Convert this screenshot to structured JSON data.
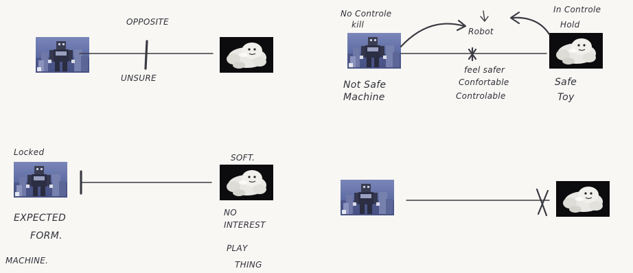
{
  "panels": {
    "top_left": {
      "label_above": "OPPOSITE",
      "label_below": "UNSURE"
    },
    "top_right": {
      "left_label_top_line1": "No Controle",
      "left_label_top_line2": "kill",
      "center_label_top": "Robot",
      "right_label_top_line1": "In Controle",
      "right_label_top_line2": "Hold",
      "left_label_bottom_line1": "Not Safe",
      "left_label_bottom_line2": "Machine",
      "center_label_bottom_line1": "feel safer",
      "center_label_bottom_line2": "Confortable",
      "center_label_bottom_line3": "Controlable",
      "right_label_bottom_line1": "Safe",
      "right_label_bottom_line2": "Toy"
    },
    "bottom_left": {
      "left_label_top": "Locked",
      "left_label_bottom_line1": "EXPECTED",
      "left_label_bottom_line2": "FORM.",
      "left_label_bottom_line3": "MACHINE.",
      "right_label_top": "SOFT.",
      "right_label_bottom_line1": "NO",
      "right_label_bottom_line2": "INTEREST",
      "right_label_bottom_line3": "PLAY",
      "right_label_bottom_line4": "THING"
    },
    "bottom_right": {}
  }
}
